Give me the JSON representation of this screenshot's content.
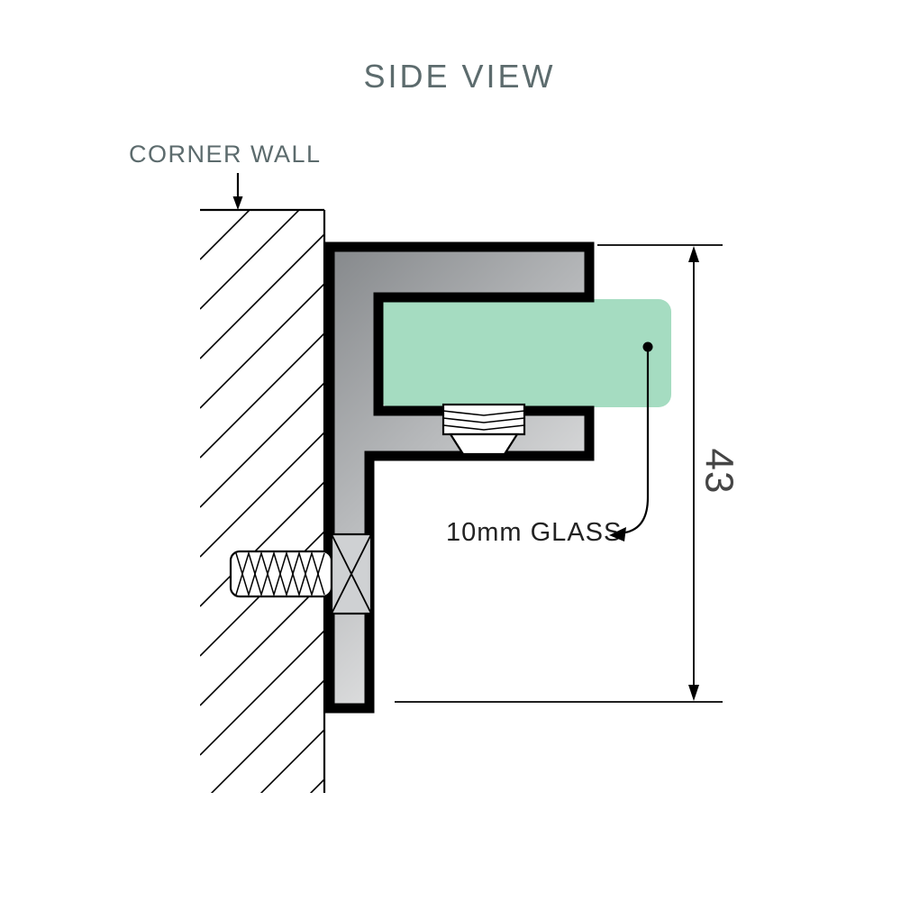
{
  "diagram": {
    "title": "SIDE VIEW",
    "corner_wall_label": "CORNER WALL",
    "glass_label": "10mm GLASS",
    "dimension_value": "43",
    "colors": {
      "label_gray": "#5c6b6d",
      "text_black": "#222222",
      "dim_text": "#454545",
      "line": "#000000",
      "glass_green": "#a5dcc1",
      "metal_dark": "#85888b",
      "metal_mid": "#b9bbbd",
      "metal_light": "#eeeeee",
      "screw_fill": "#ffffff",
      "screw_head_fill": "#cfd1d3"
    }
  }
}
